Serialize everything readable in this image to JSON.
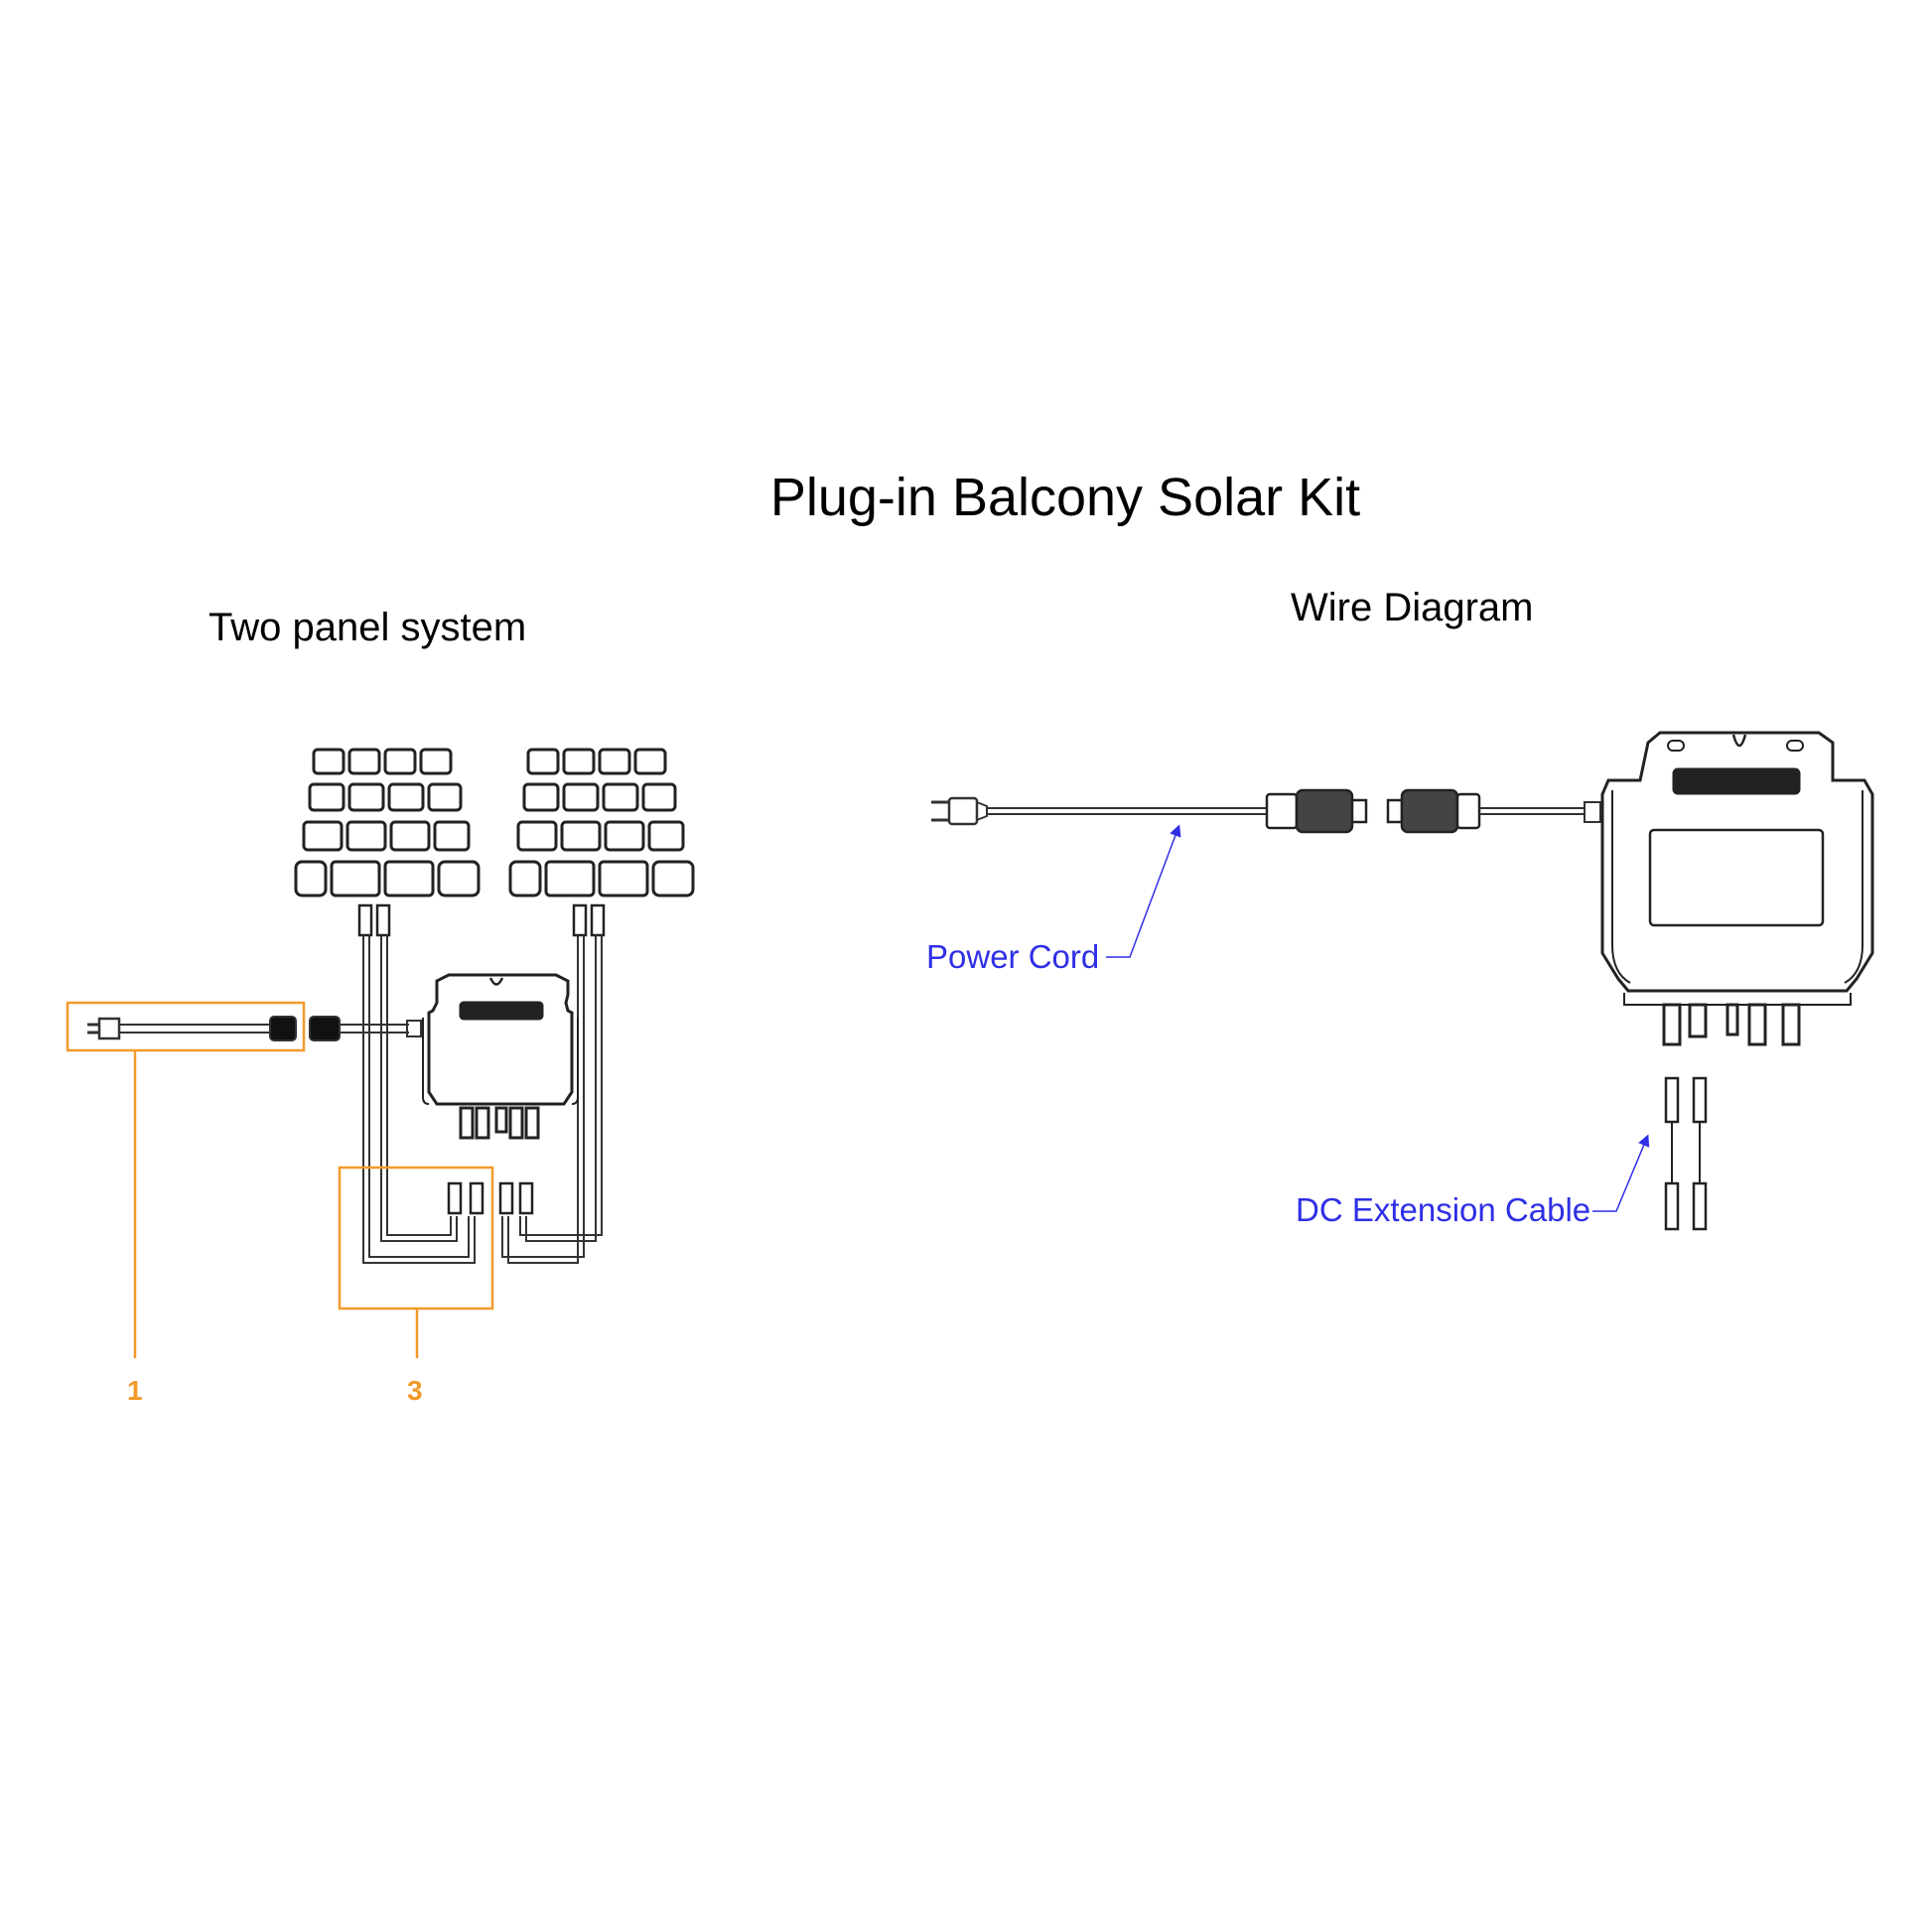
{
  "title": "Plug-in Balcony Solar Kit",
  "left": {
    "title": "Two panel system",
    "callouts": [
      "1",
      "3"
    ]
  },
  "right": {
    "title": "Wire Diagram",
    "labels": {
      "power_cord": "Power Cord",
      "dc_extension": "DC Extension Cable"
    }
  },
  "colors": {
    "callout": "#f39a2a",
    "label": "#2f2fe6",
    "line": "#222222"
  }
}
